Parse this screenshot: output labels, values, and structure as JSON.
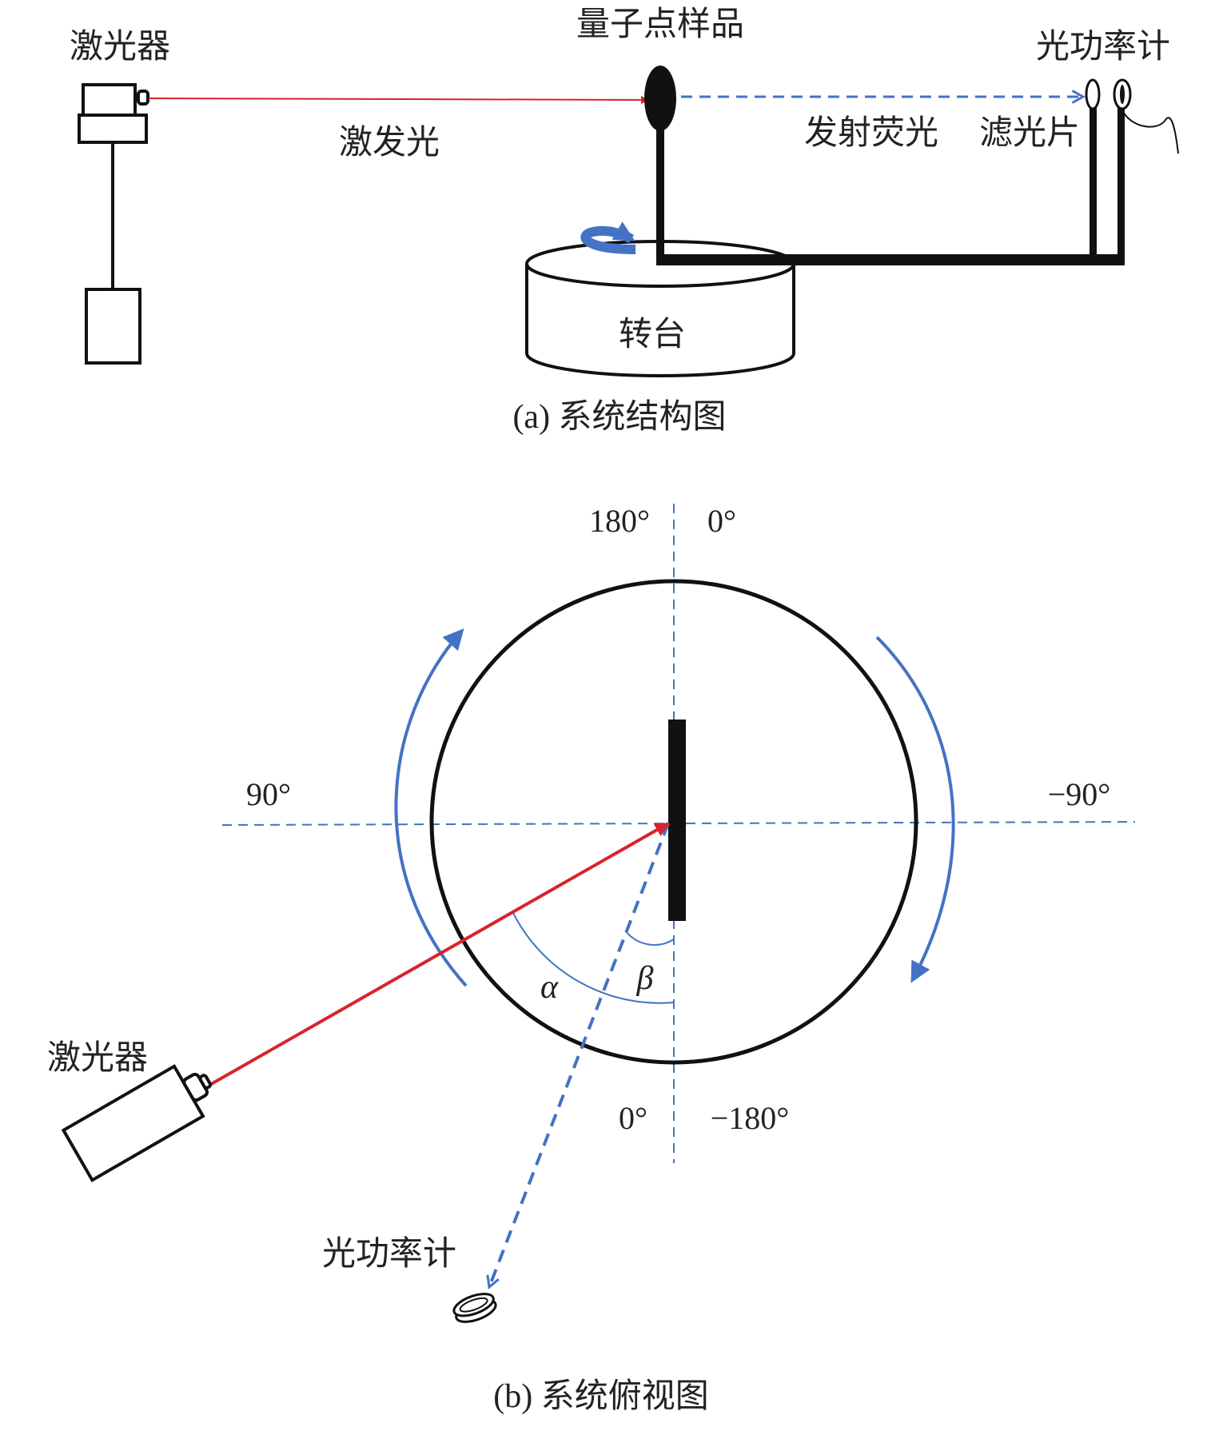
{
  "colors": {
    "ink": "#111111",
    "laser_red": "#d8232a",
    "fluor_blue": "#4472c4",
    "text": "#222222"
  },
  "panel_a": {
    "caption": "(a) 系统结构图",
    "laser_label": "激光器",
    "sample_label": "量子点样品",
    "meter_label": "光功率计",
    "excitation_label": "激发光",
    "emission_label": "发射荧光",
    "filter_label": "滤光片",
    "stage_label": "转台",
    "icons": [
      "laser-icon",
      "sample-icon",
      "filter-icon",
      "power-meter-icon",
      "rotation-arrow-icon",
      "turntable-icon"
    ]
  },
  "panel_b": {
    "caption": "(b) 系统俯视图",
    "angle_top_left": "180°",
    "angle_top_right": "0°",
    "angle_left": "90°",
    "angle_right": "−90°",
    "angle_bottom_left": "0°",
    "angle_bottom_right": "−180°",
    "alpha": "α",
    "beta": "β",
    "laser_label": "激光器",
    "meter_label": "光功率计",
    "icons": [
      "laser-icon",
      "power-meter-icon",
      "ccw-arrow-icon",
      "cw-arrow-icon"
    ]
  }
}
